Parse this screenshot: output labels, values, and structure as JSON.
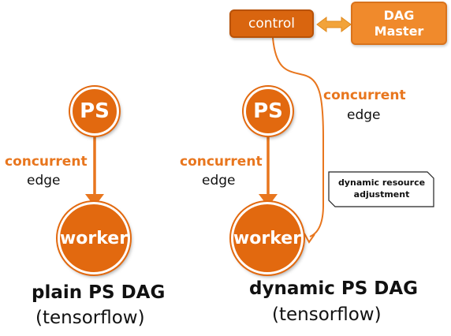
{
  "control": {
    "label": "control"
  },
  "dag_master": {
    "line1": "DAG",
    "line2": "Master"
  },
  "left_diagram": {
    "ps_label": "PS",
    "worker_label": "worker",
    "edge_keyword": "concurrent",
    "edge_word": "edge",
    "title": "plain PS DAG",
    "subtitle": "(tensorflow)"
  },
  "right_diagram": {
    "ps_label": "PS",
    "worker_label": "worker",
    "edge_keyword": "concurrent",
    "edge_word": "edge",
    "control_edge_keyword": "concurrent",
    "control_edge_word": "edge",
    "title": "dynamic PS DAG",
    "subtitle": "(tensorflow)"
  },
  "note": {
    "line1": "dynamic resource",
    "line2": "adjustment"
  },
  "colors": {
    "node_orange": "#e2690f",
    "label_orange": "#e8761e",
    "master_orange": "#f08a2c"
  }
}
